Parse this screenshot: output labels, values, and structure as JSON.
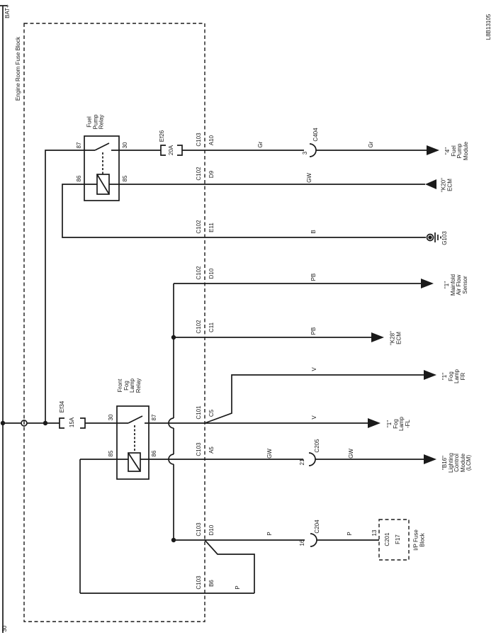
{
  "diagram_id": "L8B13105",
  "power_rail": {
    "top_label": "BAT+",
    "bottom_label": "30"
  },
  "engine_room_fuse_block": {
    "label": "Engine Room Fuse Block"
  },
  "fuses": {
    "ef26": {
      "name": "Ef26",
      "rating": "20A"
    },
    "ef34": {
      "name": "Ef34",
      "rating": "15A"
    }
  },
  "relays": {
    "fuel_pump": {
      "label": "Fuel\nPump\nRelay",
      "pin_top_left": "87",
      "pin_top_right": "30",
      "pin_bottom_left": "86",
      "pin_bottom_right": "85"
    },
    "front_fog": {
      "label": "Front\nFog\nLamp\nRelay",
      "pin_top_left": "30",
      "pin_top_right": "87",
      "pin_bottom_left": "85",
      "pin_bottom_right": "86"
    }
  },
  "edge_connectors": [
    {
      "name": "C103",
      "pin": "A10"
    },
    {
      "name": "C102",
      "pin": "D9"
    },
    {
      "name": "C102",
      "pin": "E11"
    },
    {
      "name": "C102",
      "pin": "D10"
    },
    {
      "name": "C102",
      "pin": "C11"
    },
    {
      "name": "C101",
      "pin": "C5"
    },
    {
      "name": "C103",
      "pin": "A5"
    },
    {
      "name": "C103",
      "pin": "D10"
    },
    {
      "name": "C103",
      "pin": "B6"
    }
  ],
  "inline_connectors": {
    "c404": {
      "name": "C404",
      "pin": "3"
    },
    "c205": {
      "name": "C205",
      "pin": "21"
    },
    "c204": {
      "name": "C204",
      "pin": "16"
    }
  },
  "wire_colors": {
    "row1_a": "Gr",
    "row1_b": "Gr",
    "row2": "GW",
    "row3": "B",
    "row4": "PB",
    "row5": "PB",
    "fog_fr": "V",
    "fog_fl": "V",
    "row8_a": "GW",
    "row8_b": "GW",
    "row9_a": "P",
    "row9_b": "P",
    "row10": "P"
  },
  "destinations": {
    "fuel_pump_module": "\"4\"\nFuel\nPump\nModule",
    "ecm_k20": "\"K20\"\nECM",
    "ground": "G103",
    "maf_sensor": "\"1\"\nMainfold\nAir Flow\nSensor",
    "ecm_k28": "\"K28\"\nECM",
    "fog_lamp_fr": "\"1\"\nFog\nLamp\nFR",
    "fog_lamp_fl": "\"1\"\nFog\nLamp\n-FL",
    "lcm": "\"B16\"\nLighting\nControl\nModule\n(LCM)"
  },
  "ip_fuse_block": {
    "label": "I/P Fuse\nBlock",
    "connector": "C201",
    "fuse": "F17",
    "pin": "13"
  },
  "line_color": "#1a1a1a"
}
